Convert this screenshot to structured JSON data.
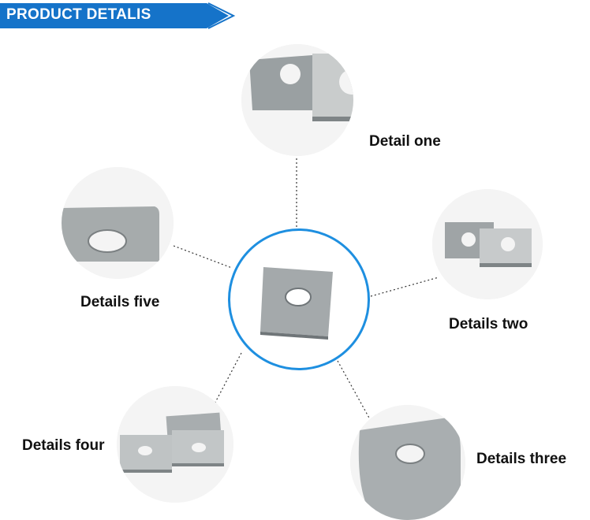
{
  "banner": {
    "title": "PRODUCT  DETALIS",
    "color": "#1573c9",
    "accent_color": "#1e8fe0"
  },
  "center": {
    "name": "square washer",
    "ring_color": "#1e8fe0"
  },
  "details": {
    "one": "Detail one",
    "two": "Details two",
    "three": "Details three",
    "four": "Details four",
    "five": "Details five"
  }
}
